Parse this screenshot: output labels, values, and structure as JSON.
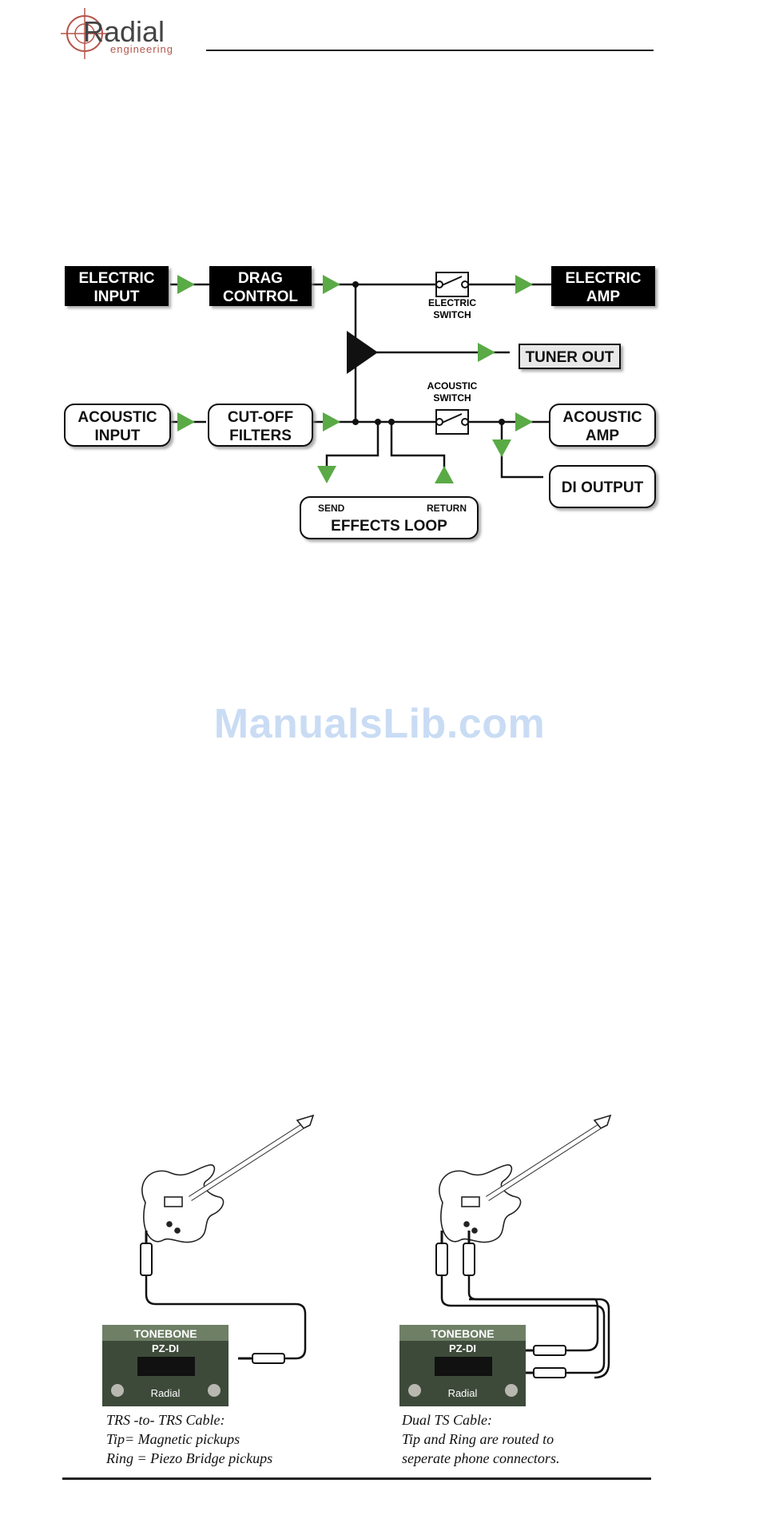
{
  "header": {
    "brand": "Radial",
    "brand_sub": "engineering"
  },
  "diagram": {
    "blocks": {
      "electric_input": [
        "ELECTRIC",
        "INPUT"
      ],
      "drag_control": [
        "DRAG",
        "CONTROL"
      ],
      "electric_amp": [
        "ELECTRIC",
        "AMP"
      ],
      "tuner_out": "TUNER OUT",
      "acoustic_input": [
        "ACOUSTIC",
        "INPUT"
      ],
      "cutoff_filters": [
        "CUT-OFF",
        "FILTERS"
      ],
      "acoustic_amp": [
        "ACOUSTIC",
        "AMP"
      ],
      "di_output": "DI OUTPUT",
      "effects_loop": "EFFECTS LOOP"
    },
    "labels": {
      "electric_switch": [
        "ELECTRIC",
        "SWITCH"
      ],
      "acoustic_switch": [
        "ACOUSTIC",
        "SWITCH"
      ],
      "send": "SEND",
      "return": "RETURN"
    },
    "colors": {
      "arrow": "#5aaa46",
      "dark_block": "#000000",
      "tuner_block": "#e8e8e8"
    }
  },
  "watermark": "ManualsLib.com",
  "figures": {
    "device": {
      "title": "TONEBONE",
      "model": "PZ-DI",
      "brand": "Radial"
    },
    "left_caption": [
      "TRS -to- TRS Cable:",
      "Tip= Magnetic pickups",
      "Ring = Piezo Bridge pickups"
    ],
    "right_caption": [
      "Dual TS Cable:",
      "Tip and Ring are routed to",
      "seperate phone connectors."
    ]
  }
}
